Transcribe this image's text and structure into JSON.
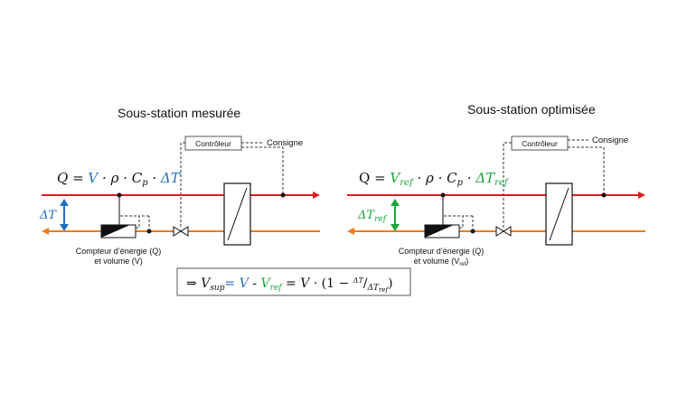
{
  "colors": {
    "supply": "#e01b1b",
    "return": "#f07a1a",
    "blue": "#1f6fc2",
    "green": "#19a63b",
    "black": "#111111",
    "box_border": "#555555"
  },
  "left": {
    "title": "Sous-station mesurée",
    "controller": "Contrôleur",
    "setpoint": "Consigne",
    "formula": {
      "q": "Q",
      "eq": " = ",
      "v": "V",
      "dot1": " · ",
      "rho": "ρ",
      "dot2": " · ",
      "c": "C",
      "c_sub": "p",
      "dot3": " · ",
      "dt": "ΔT"
    },
    "delta_label": "ΔT",
    "meter_line1": "Compteur d’énergie (Q)",
    "meter_line2": "et volume (V)"
  },
  "right": {
    "title": "Sous-station optimisée",
    "controller": "Contrôleur",
    "setpoint": "Consigne",
    "formula": {
      "q": "Q",
      "eq": " = ",
      "v": "V",
      "v_sub": "ref",
      "dot1": " · ",
      "rho": "ρ",
      "dot2": " · ",
      "c": "C",
      "c_sub": "p",
      "dot3": " · ",
      "dt": "ΔT",
      "dt_sub": "ref"
    },
    "delta_label": "ΔT",
    "delta_sub": "ref",
    "meter_line1": "Compteur d’énergie (Q)",
    "meter_line2_pre": "et volume (V",
    "meter_line2_sub": "ref",
    "meter_line2_post": ")"
  },
  "bottom_formula": {
    "arrow": "⇒ ",
    "v": "V",
    "v_sub": "sup",
    "eq1": "= ",
    "v_blue": "V",
    "minus1": " - ",
    "v_green": "V",
    "v_green_sub": "ref",
    "eq2": " = ",
    "v2": "V",
    "dot": " · (1 − ",
    "frac_num": "ΔT",
    "slash": "/",
    "frac_den": "ΔT",
    "frac_den_sub": "ref",
    "close": ")"
  }
}
